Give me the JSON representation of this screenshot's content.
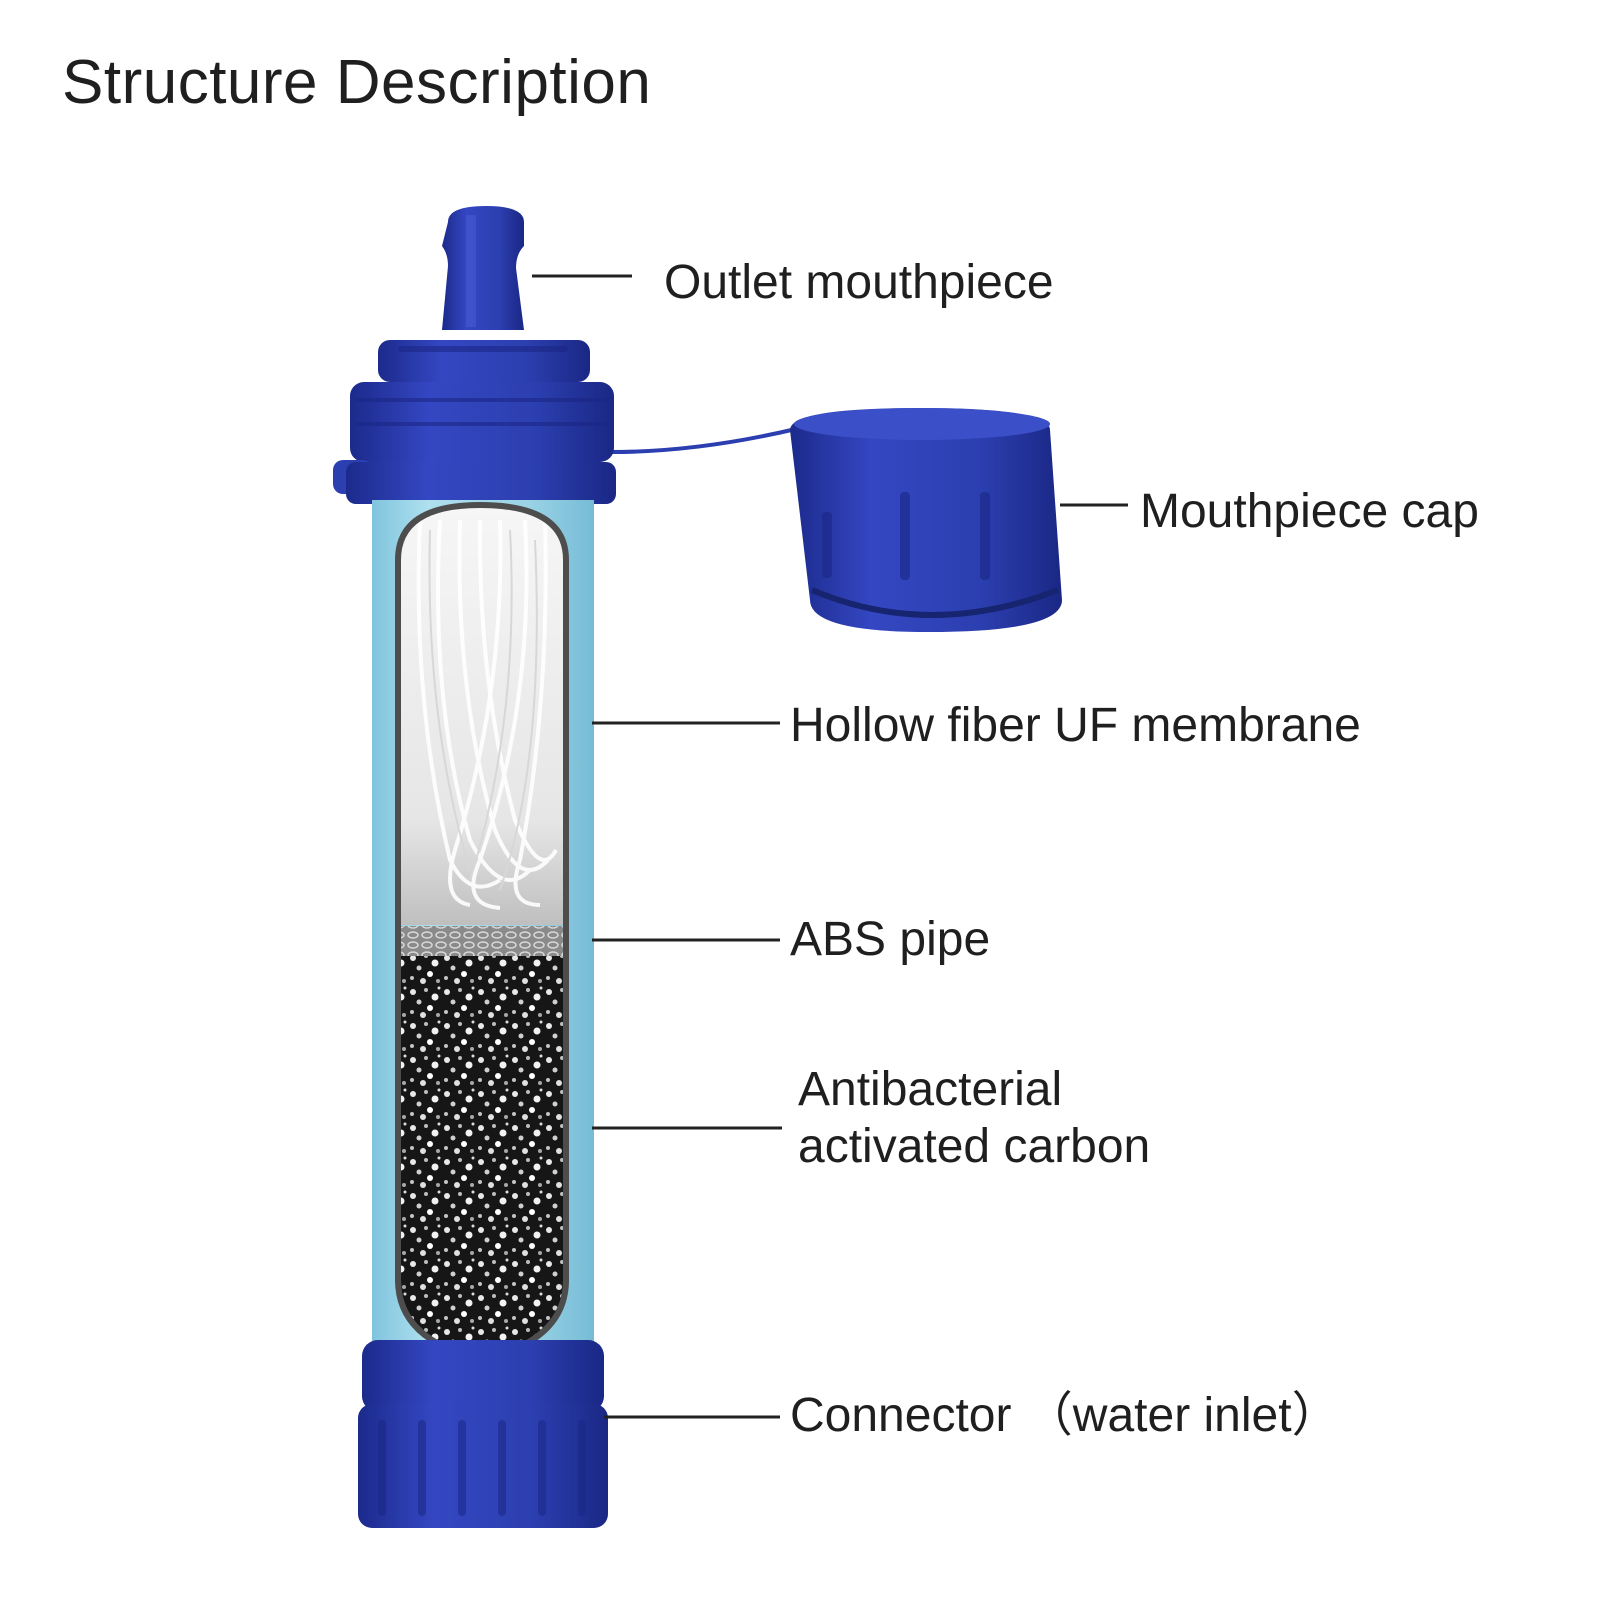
{
  "title": "Structure Description",
  "colors": {
    "body_blue": "#9fd6e8",
    "cap_blue": "#2c3fb0",
    "cap_blue_dark": "#1d2b8a",
    "carbon_dark": "#1a1a1a",
    "membrane_white": "#f2f2f2",
    "leader_line": "#222222"
  },
  "parts": [
    {
      "label": "Outlet mouthpiece"
    },
    {
      "label": "Mouthpiece cap"
    },
    {
      "label": "Hollow fiber UF membrane"
    },
    {
      "label": "ABS pipe"
    },
    {
      "label_line1": "Antibacterial",
      "label_line2": "activated carbon"
    },
    {
      "label": "Connector （water inlet）"
    }
  ]
}
